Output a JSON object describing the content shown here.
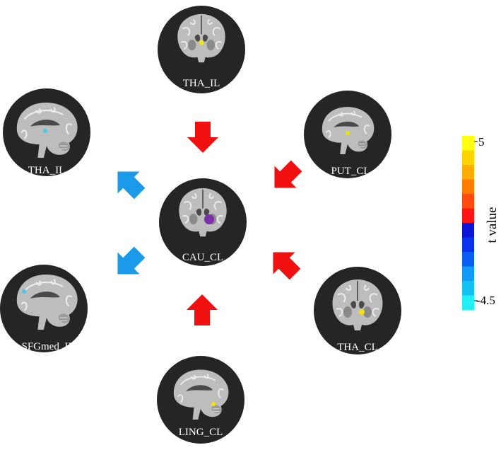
{
  "nodes": {
    "top": {
      "label": "THA_IL",
      "view": "coronal",
      "spot": "yellow",
      "spot_color": "#f4e10c"
    },
    "upper_left": {
      "label": "THA_IL",
      "view": "sagittal",
      "spot": "cyan",
      "spot_color": "#47c9ea"
    },
    "upper_right": {
      "label": "PUT_CL",
      "view": "sagittal",
      "spot": "yellow",
      "spot_color": "#f4e10c"
    },
    "center": {
      "label": "CAU_CL",
      "view": "coronal",
      "spot": "seed",
      "spot_color": "#7b2fa8"
    },
    "lower_left": {
      "label": "SFGmed_IL",
      "view": "sagittal",
      "spot": "cyan",
      "spot_color": "#47c9ea"
    },
    "lower_right": {
      "label": "THA_CL",
      "view": "coronal",
      "spot": "yellow",
      "spot_color": "#f4e10c"
    },
    "bottom": {
      "label": "LING_CL",
      "view": "sagittal",
      "spot": "yellow",
      "spot_color": "#f4e10c"
    }
  },
  "arrows": {
    "positive_color": "#f01010",
    "negative_color": "#1a9ae8",
    "items": [
      {
        "name": "arrow-from-top",
        "polarity": "positive",
        "direction": "down"
      },
      {
        "name": "arrow-from-upper-right",
        "polarity": "positive",
        "direction": "down-left"
      },
      {
        "name": "arrow-from-lower-right",
        "polarity": "positive",
        "direction": "up-left"
      },
      {
        "name": "arrow-from-bottom",
        "polarity": "positive",
        "direction": "up"
      },
      {
        "name": "arrow-to-upper-left",
        "polarity": "negative",
        "direction": "up-left"
      },
      {
        "name": "arrow-to-lower-left",
        "polarity": "negative",
        "direction": "down-left"
      }
    ]
  },
  "colorbar": {
    "title": "t value",
    "max_label": "5",
    "min_label": "-4.5",
    "colors_top_to_bottom": [
      "#ffff10",
      "#ffd400",
      "#ffac00",
      "#ff7c00",
      "#ff4a10",
      "#ff1414",
      "#0c14d8",
      "#0a32f0",
      "#0a5ef6",
      "#109cf6",
      "#12c2f4",
      "#20f0f4"
    ]
  }
}
